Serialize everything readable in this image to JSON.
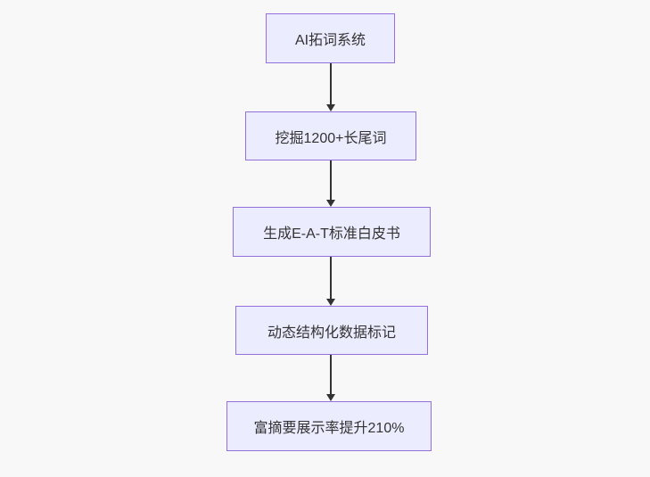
{
  "diagram": {
    "type": "flowchart",
    "direction": "top-down",
    "nodes": [
      {
        "id": "step-1",
        "label": "AI拓词系统"
      },
      {
        "id": "step-2",
        "label": "挖掘1200+长尾词"
      },
      {
        "id": "step-3",
        "label": "生成E-A-T标准白皮书"
      },
      {
        "id": "step-4",
        "label": "动态结构化数据标记"
      },
      {
        "id": "step-5",
        "label": "富摘要展示率提升210%"
      }
    ],
    "edges": [
      {
        "from": "step-1",
        "to": "step-2"
      },
      {
        "from": "step-2",
        "to": "step-3"
      },
      {
        "from": "step-3",
        "to": "step-4"
      },
      {
        "from": "step-4",
        "to": "step-5"
      }
    ],
    "colors": {
      "node_fill": "#ECECFF",
      "node_border": "#9370DB",
      "text": "#333333",
      "arrow": "#333333",
      "background": "#F8F8F8"
    }
  }
}
